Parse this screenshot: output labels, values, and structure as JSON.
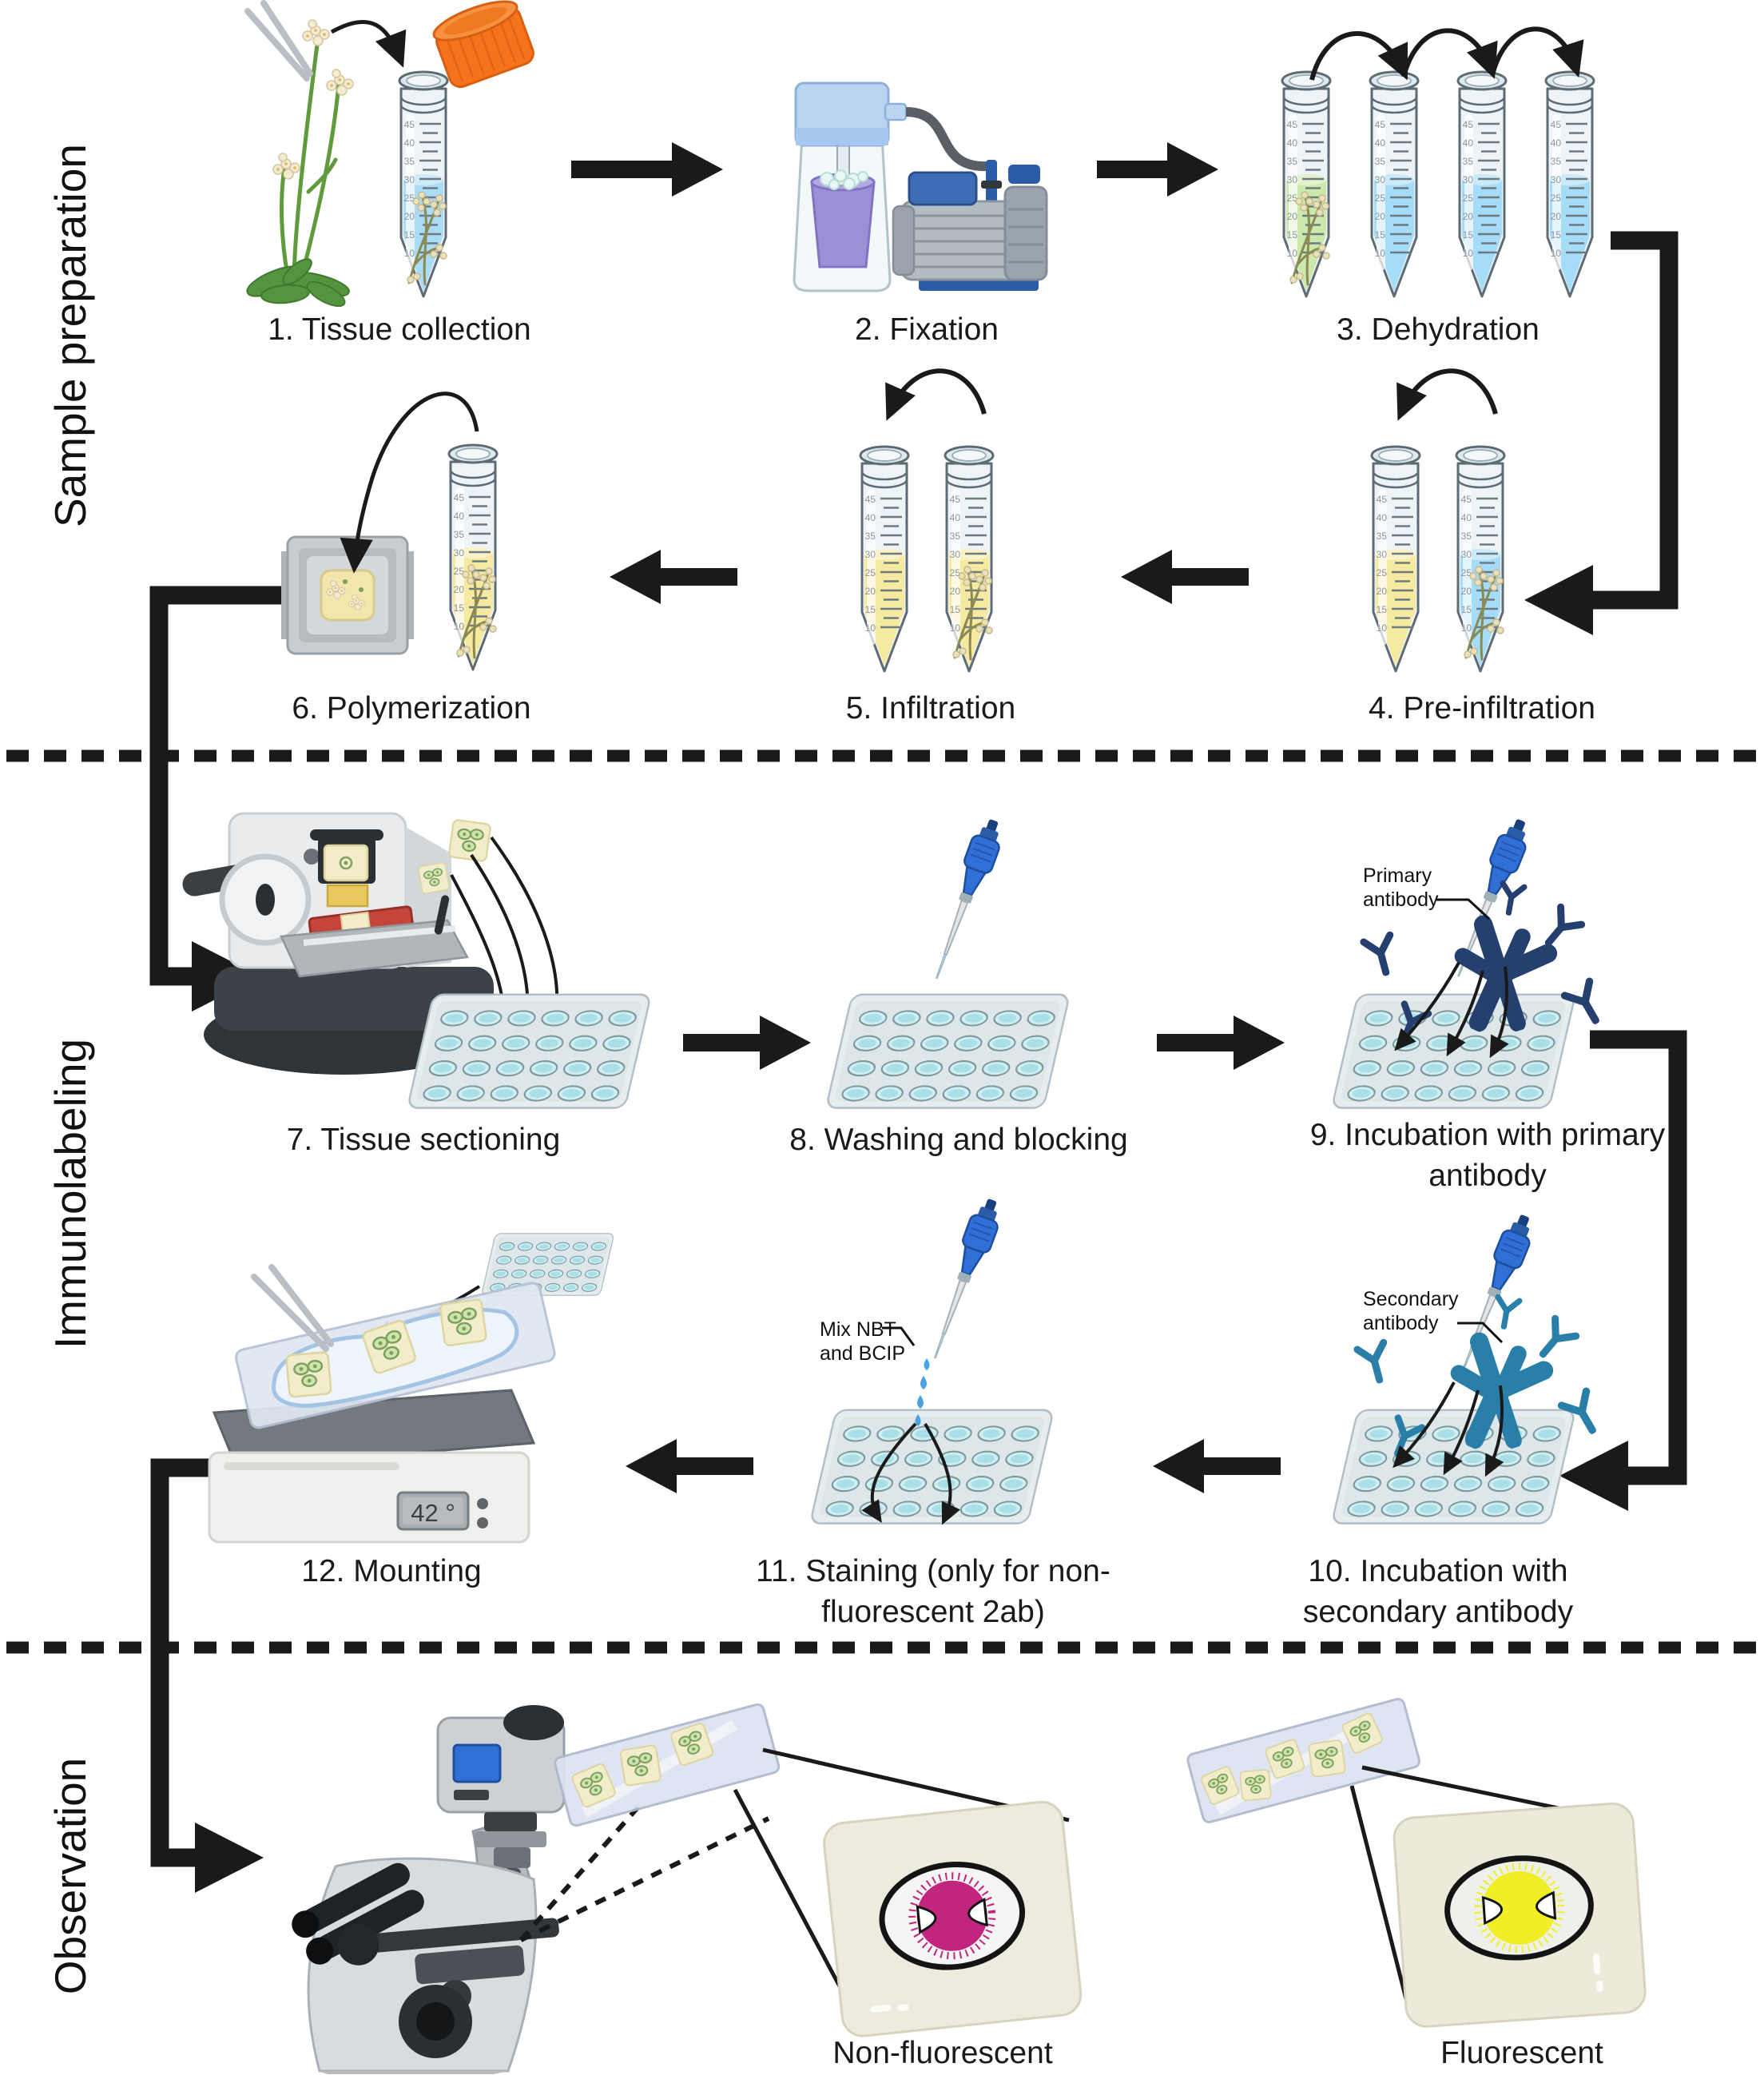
{
  "sections": [
    {
      "label": "Sample preparation"
    },
    {
      "label": "Immunolabeling"
    },
    {
      "label": "Observation"
    }
  ],
  "steps": [
    {
      "label": "1. Tissue collection"
    },
    {
      "label": "2. Fixation"
    },
    {
      "label": "3. Dehydration"
    },
    {
      "label": "4. Pre-infiltration"
    },
    {
      "label": "5. Infiltration"
    },
    {
      "label": "6. Polymerization"
    },
    {
      "label": "7. Tissue sectioning"
    },
    {
      "label": "8. Washing and blocking"
    },
    {
      "label": "9. Incubation with primary antibody"
    },
    {
      "label": "10. Incubation with secondary antibody"
    },
    {
      "label": "11. Staining (only for non-fluorescent 2ab)"
    },
    {
      "label": "12. Mounting"
    }
  ],
  "annotations": {
    "primary_antibody": "Primary antibody",
    "secondary_antibody": "Secondary antibody",
    "mix_nbt_bcip": "Mix NBT and BCIP",
    "warmer_temp": "42 °"
  },
  "results": {
    "non_fluorescent": "Non-fluorescent",
    "fluorescent": "Fluorescent"
  },
  "tube_scale": [
    "45",
    "40",
    "35",
    "30",
    "25",
    "20",
    "15",
    "10"
  ],
  "colors": {
    "arrow_black": "#1a1a1a",
    "cap_orange": "#f4731c",
    "liquid_blue": "#a5dcf8",
    "liquid_green": "#cde8ac",
    "liquid_yellow": "#f6e9a0",
    "well_teal": "#cfeef1",
    "pipette_blue": "#2f6fd6",
    "primary_antibody_navy": "#25406e",
    "secondary_antibody_teal": "#2a7fa8",
    "stain_magenta": "#c2257f",
    "fluorescent_yellow": "#f0ef25",
    "desiccator_purple": "#9d8fd6",
    "knife_red": "#c5453c"
  }
}
